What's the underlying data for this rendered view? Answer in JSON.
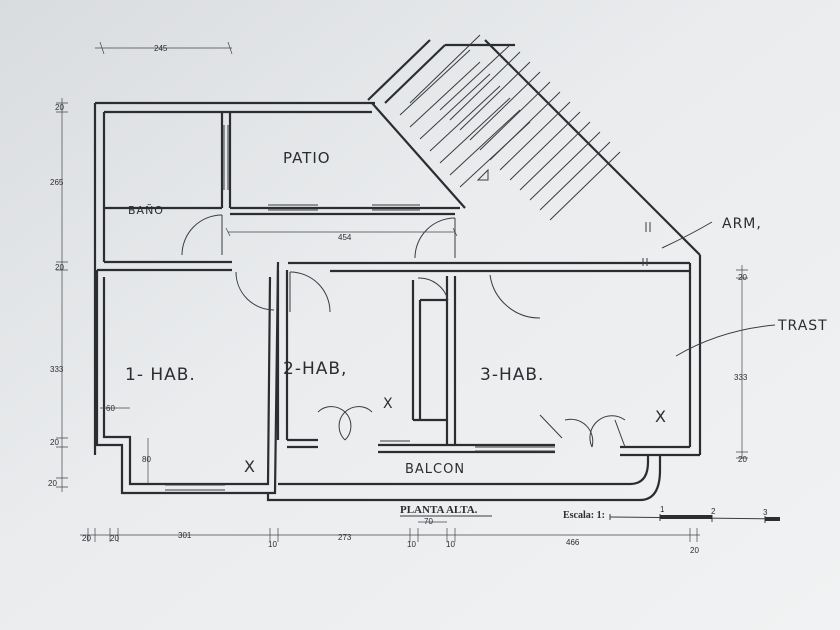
{
  "rooms": {
    "patio": "PATIO",
    "bano": "BAÑO",
    "hab1": "1- HAB.",
    "hab2": "2-HAB,",
    "hab3": "3-HAB.",
    "balcon": "BALCON"
  },
  "annotations": {
    "arm": "ARM,",
    "trast": "TRAST"
  },
  "title": "PLANTA ALTA.",
  "scale": {
    "label": "Escala: 1:",
    "ticks": [
      "1",
      "2",
      "3"
    ]
  },
  "dimensions": {
    "top": "245",
    "left": [
      "20",
      "265",
      "20",
      "333",
      "20",
      "20"
    ],
    "right": [
      "20",
      "333",
      "20"
    ],
    "inner_corridor": "454",
    "bottom": [
      "20",
      "20",
      "301",
      "10",
      "273",
      "10",
      "10",
      "466",
      "20"
    ],
    "balcony_gap": "70",
    "window_w": "60",
    "window_h": "80"
  },
  "marks": [
    "X",
    "X",
    "X"
  ],
  "colors": {
    "ink": "#2b2d31",
    "paper": "#eceeef",
    "shadow": "#cfd3d6"
  }
}
